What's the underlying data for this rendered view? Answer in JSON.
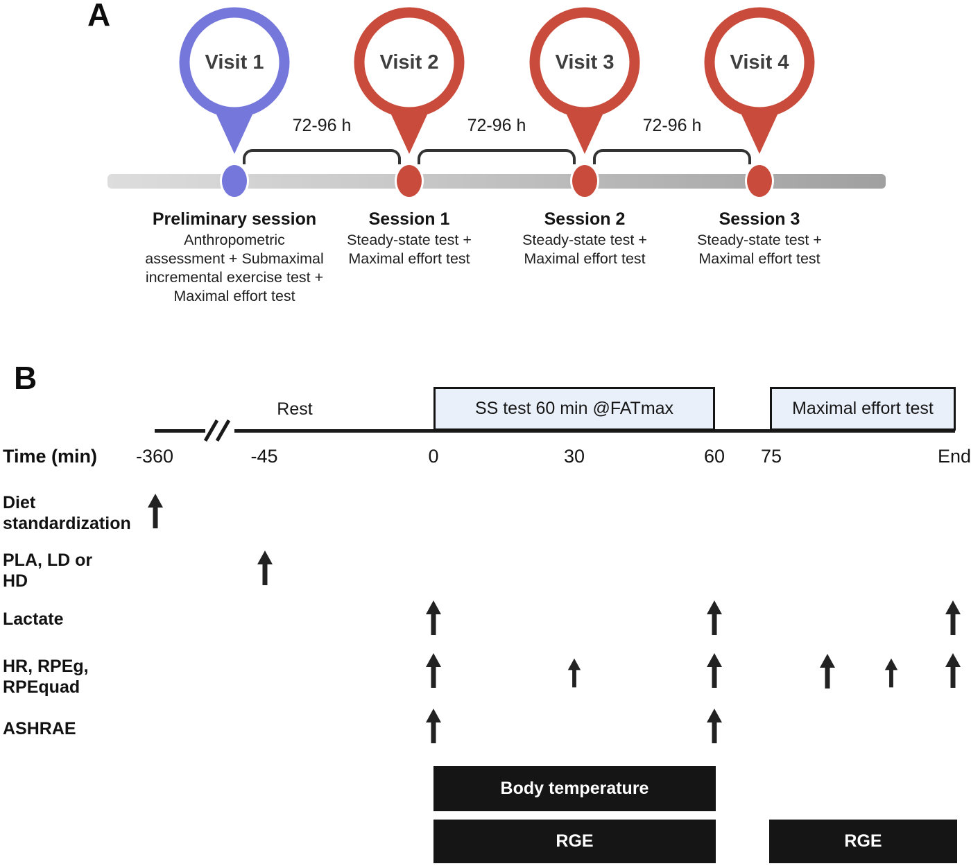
{
  "panel_a": {
    "label": "A",
    "visits": [
      {
        "pin_label": "Visit 1",
        "title": "Preliminary session",
        "subtitle": "Anthropometric\nassessment + Submaximal\nincremental exercise test +\nMaximal effort test",
        "color": "#7577DB"
      },
      {
        "pin_label": "Visit 2",
        "title": "Session 1",
        "subtitle": "Steady-state test +\nMaximal effort test",
        "color": "#C94B3C"
      },
      {
        "pin_label": "Visit 3",
        "title": "Session 2",
        "subtitle": "Steady-state test +\nMaximal effort test",
        "color": "#C94B3C"
      },
      {
        "pin_label": "Visit 4",
        "title": "Session 3",
        "subtitle": "Steady-state test +\nMaximal effort test",
        "color": "#C94B3C"
      }
    ],
    "intervals": [
      {
        "label": "72-96 h"
      },
      {
        "label": "72-96 h"
      },
      {
        "label": "72-96 h"
      }
    ],
    "colors": {
      "visit1_pin": "#7577DB",
      "other_pins": "#C94B3C",
      "timeline_left": "#DDDDDD",
      "timeline_right": "#A0A0A0"
    }
  },
  "panel_b": {
    "label": "B",
    "rest_label": "Rest",
    "ss_box_label": "SS test 60 min @FATmax",
    "max_box_label": "Maximal effort test",
    "time_axis_label": "Time (min)",
    "ticks": [
      {
        "label": "-360"
      },
      {
        "label": "-45"
      },
      {
        "label": "0"
      },
      {
        "label": "30"
      },
      {
        "label": "60"
      },
      {
        "label": "75"
      },
      {
        "label": "End"
      }
    ],
    "rows": [
      {
        "label": "Diet\nstandardization",
        "arrow_timepoints": [
          "-360"
        ]
      },
      {
        "label": "PLA, LD or\nHD",
        "arrow_timepoints": [
          "-45"
        ]
      },
      {
        "label": "Lactate",
        "arrow_timepoints": [
          "0",
          "60",
          "End"
        ]
      },
      {
        "label": "HR, RPEg,\nRPEquad",
        "arrow_timepoints": [
          "0",
          "30",
          "60",
          "75-End",
          "75-End",
          "End"
        ]
      },
      {
        "label": "ASHRAE",
        "arrow_timepoints": [
          "0",
          "60"
        ]
      }
    ],
    "bars": [
      {
        "label": "Body temperature",
        "span": "0-60"
      },
      {
        "label": "RGE",
        "span": "0-60"
      },
      {
        "label": "RGE",
        "span": "75-End"
      }
    ],
    "colors": {
      "box_fill": "#E9F0FA",
      "bar_fill": "#151515",
      "arrow": "#222222"
    }
  }
}
